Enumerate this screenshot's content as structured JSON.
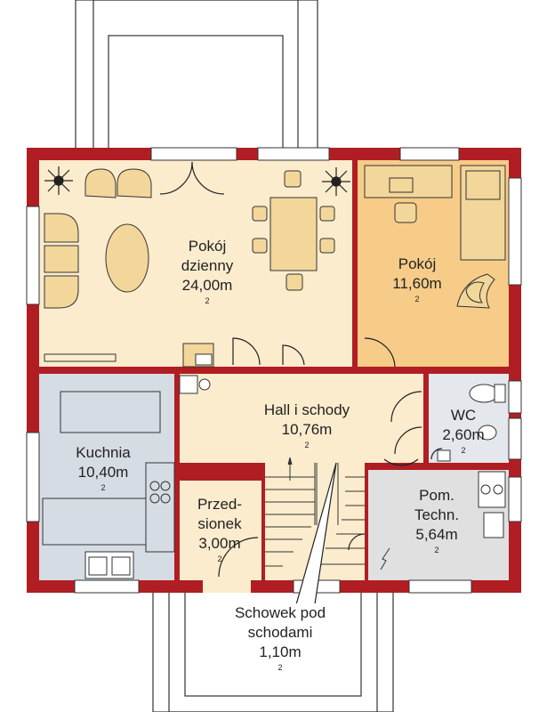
{
  "colors": {
    "wall": "#b01e23",
    "living": "#fbeccd",
    "room": "#f7cc89",
    "kitchen": "#d6dce4",
    "wc": "#e4e7ec",
    "technical": "#e0e0e0",
    "hall": "#fbeccd",
    "furniture": "#f3d79a"
  },
  "rooms": {
    "living": {
      "name1": "Pokój",
      "name2": "dzienny",
      "area": "24,00m",
      "unit_exp": "2"
    },
    "room": {
      "name1": "Pokój",
      "area": "11,60m",
      "unit_exp": "2"
    },
    "hall": {
      "name1": "Hall i schody",
      "area": "10,76m",
      "unit_exp": "2"
    },
    "wc": {
      "name1": "WC",
      "area": "2,60m",
      "unit_exp": "2"
    },
    "kitchen": {
      "name1": "Kuchnia",
      "area": "10,40m",
      "unit_exp": "2"
    },
    "vestibule": {
      "name1": "Przed-",
      "name2": "sionek",
      "area": "3,00m",
      "unit_exp": "2"
    },
    "technical": {
      "name1": "Pom.",
      "name2": "Techn.",
      "area": "5,64m",
      "unit_exp": "2"
    },
    "storage": {
      "name1": "Schowek pod",
      "name2": "schodami",
      "area": "1,10m",
      "unit_exp": "2"
    }
  }
}
